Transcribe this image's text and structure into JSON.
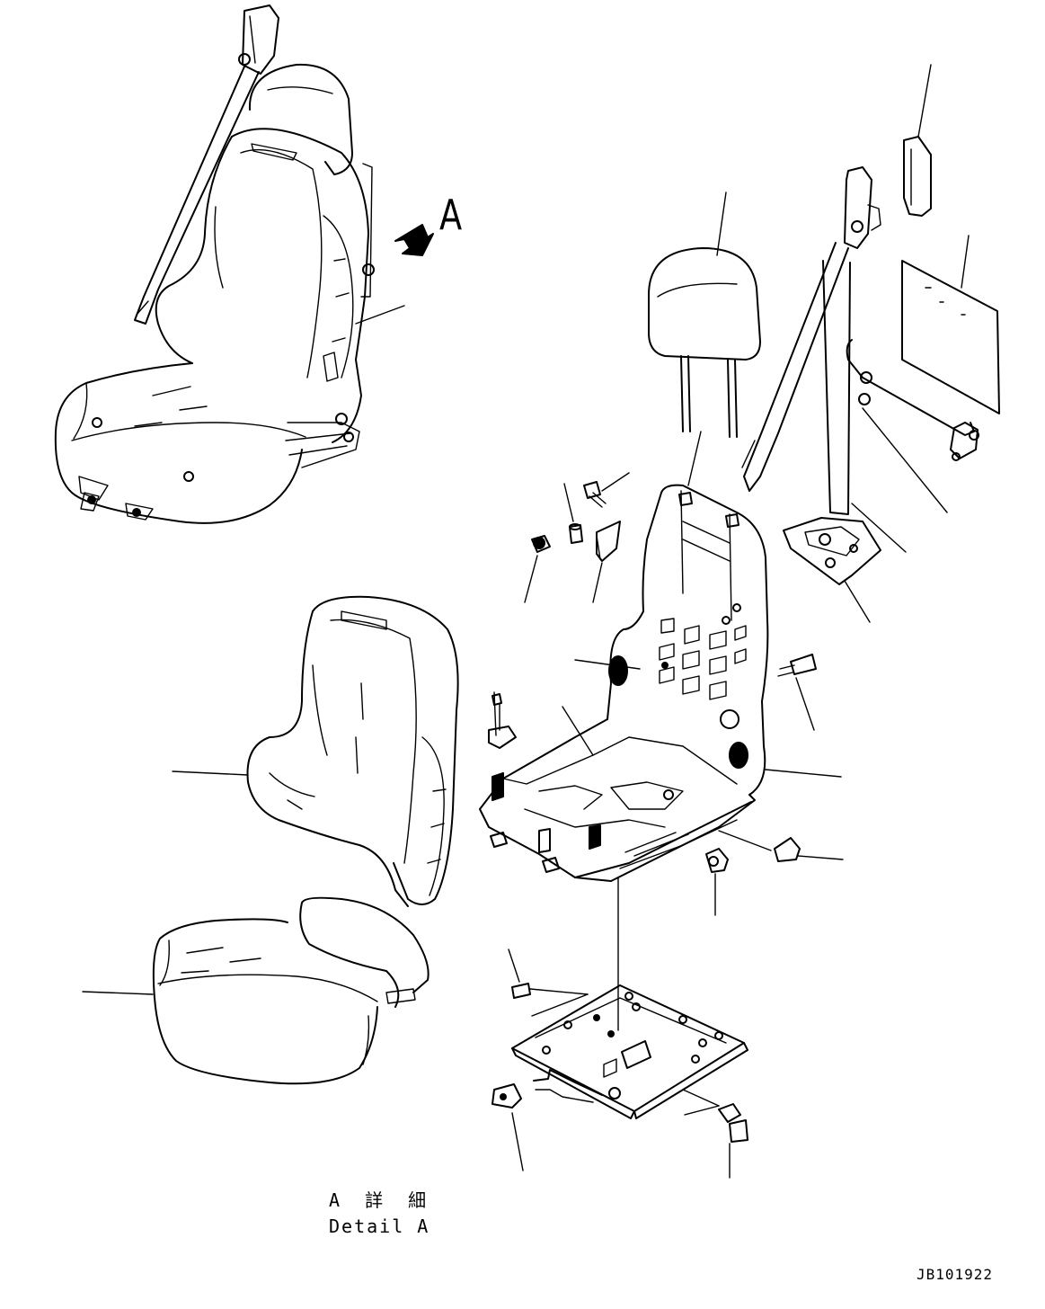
{
  "view_label": "A",
  "detail_caption_jp": "A 詳 細",
  "detail_caption_en": "Detail A",
  "drawing_number": "JB101922"
}
